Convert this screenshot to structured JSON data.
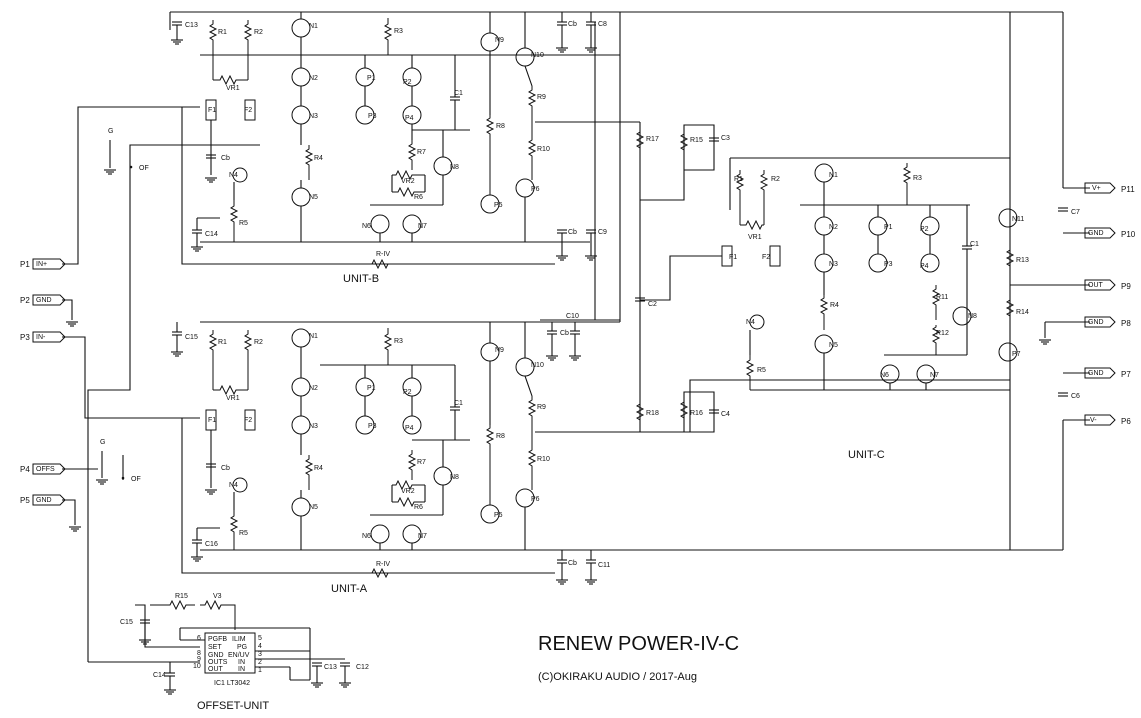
{
  "title": "RENEW POWER-IV-C",
  "credit": "(C)OKIRAKU AUDIO / 2017-Aug",
  "units": {
    "b": "UNIT-B",
    "a": "UNIT-A",
    "c": "UNIT-C",
    "offset": "OFFSET-UNIT"
  },
  "pins": {
    "p1": "P1",
    "p2": "P2",
    "p3": "P3",
    "p4": "P4",
    "p5": "P5",
    "p6": "P6",
    "p7": "P7",
    "p8": "P8",
    "p9": "P9",
    "p10": "P10",
    "p11": "P11"
  },
  "ports": {
    "in_plus": "IN+",
    "gnd": "GND",
    "in_minus": "IN-",
    "offs": "OFFS",
    "v_plus": "V+",
    "out": "OUT",
    "v_minus": "V-"
  },
  "misc": {
    "g": "G",
    "of": "OF",
    "r_iv": "R-IV"
  },
  "unit_b": {
    "c13": "C13",
    "r1": "R1",
    "r2": "R2",
    "n1": "N1",
    "r3": "R3",
    "cb_top": "Cb",
    "c8": "C8",
    "n9": "N9",
    "n10": "N10",
    "vr1": "VR1",
    "n2": "N2",
    "p1": "P1",
    "p2": "P2",
    "r9": "R9",
    "f1": "F1",
    "f2": "F2",
    "c1": "C1",
    "n3": "N3",
    "p3": "P3",
    "p4": "P4",
    "r8": "R8",
    "cb_mid": "Cb",
    "r4": "R4",
    "r7": "R7",
    "r10": "R10",
    "n8": "N8",
    "n4": "N4",
    "vr2": "VR2",
    "r6": "R6",
    "p6": "P6",
    "n5": "N5",
    "p5": "P5",
    "r5": "R5",
    "n6": "N6",
    "n7": "N7",
    "c14": "C14",
    "cb_bot": "Cb",
    "c9": "C9"
  },
  "unit_a": {
    "c15": "C15",
    "r1": "R1",
    "r2": "R2",
    "n1": "N1",
    "r3": "R3",
    "c10": "C10",
    "cb_top": "Cb",
    "n9": "N9",
    "n10": "N10",
    "vr1": "VR1",
    "n2": "N2",
    "p1": "P1",
    "p2": "P2",
    "r9": "R9",
    "f1": "F1",
    "f2": "F2",
    "c1": "C1",
    "n3": "N3",
    "p3": "P3",
    "p4": "P4",
    "r8": "R8",
    "cb_mid": "Cb",
    "r4": "R4",
    "r7": "R7",
    "r10": "R10",
    "n8": "N8",
    "n4": "N4",
    "vr2": "VR2",
    "r6": "R6",
    "p6": "P6",
    "n5": "N5",
    "p5": "P5",
    "r5": "R5",
    "n6": "N6",
    "n7": "N7",
    "c16": "C16",
    "cb_bot": "Cb",
    "c11": "C11"
  },
  "unit_c": {
    "r17": "R17",
    "r15": "R15",
    "c3": "C3",
    "c2": "C2",
    "r18": "R18",
    "r16": "R16",
    "c4": "C4",
    "r1": "R1",
    "r2": "R2",
    "n1": "N1",
    "r3": "R3",
    "vr1": "VR1",
    "n2": "N2",
    "p1": "P1",
    "p2": "P2",
    "n11": "N11",
    "f1": "F1",
    "f2": "F2",
    "n3": "N3",
    "p3": "P3",
    "p4": "P4",
    "c1": "C1",
    "r13": "R13",
    "r11": "R11",
    "r4": "R4",
    "n4": "N4",
    "r12": "R12",
    "r14": "R14",
    "n8": "N8",
    "n5": "N5",
    "p7": "P7",
    "r5": "R5",
    "n6": "N6",
    "n7": "N7",
    "c7": "C7",
    "c6": "C6"
  },
  "offset_unit": {
    "r15": "R15",
    "v3": "V3",
    "c15": "C15",
    "c14": "C14",
    "c13": "C13",
    "c12": "C12",
    "ic_label": "IC1  LT3042",
    "pins_left": [
      "6",
      "8",
      "9",
      "10"
    ],
    "names_left": [
      "PGFB",
      "SET",
      "GND",
      "OUTS",
      "OUT"
    ],
    "names_right": [
      "ILIM",
      "PG",
      "EN/UV",
      "IN",
      "IN"
    ],
    "pins_right": [
      "5",
      "4",
      "3",
      "2",
      "1"
    ]
  }
}
